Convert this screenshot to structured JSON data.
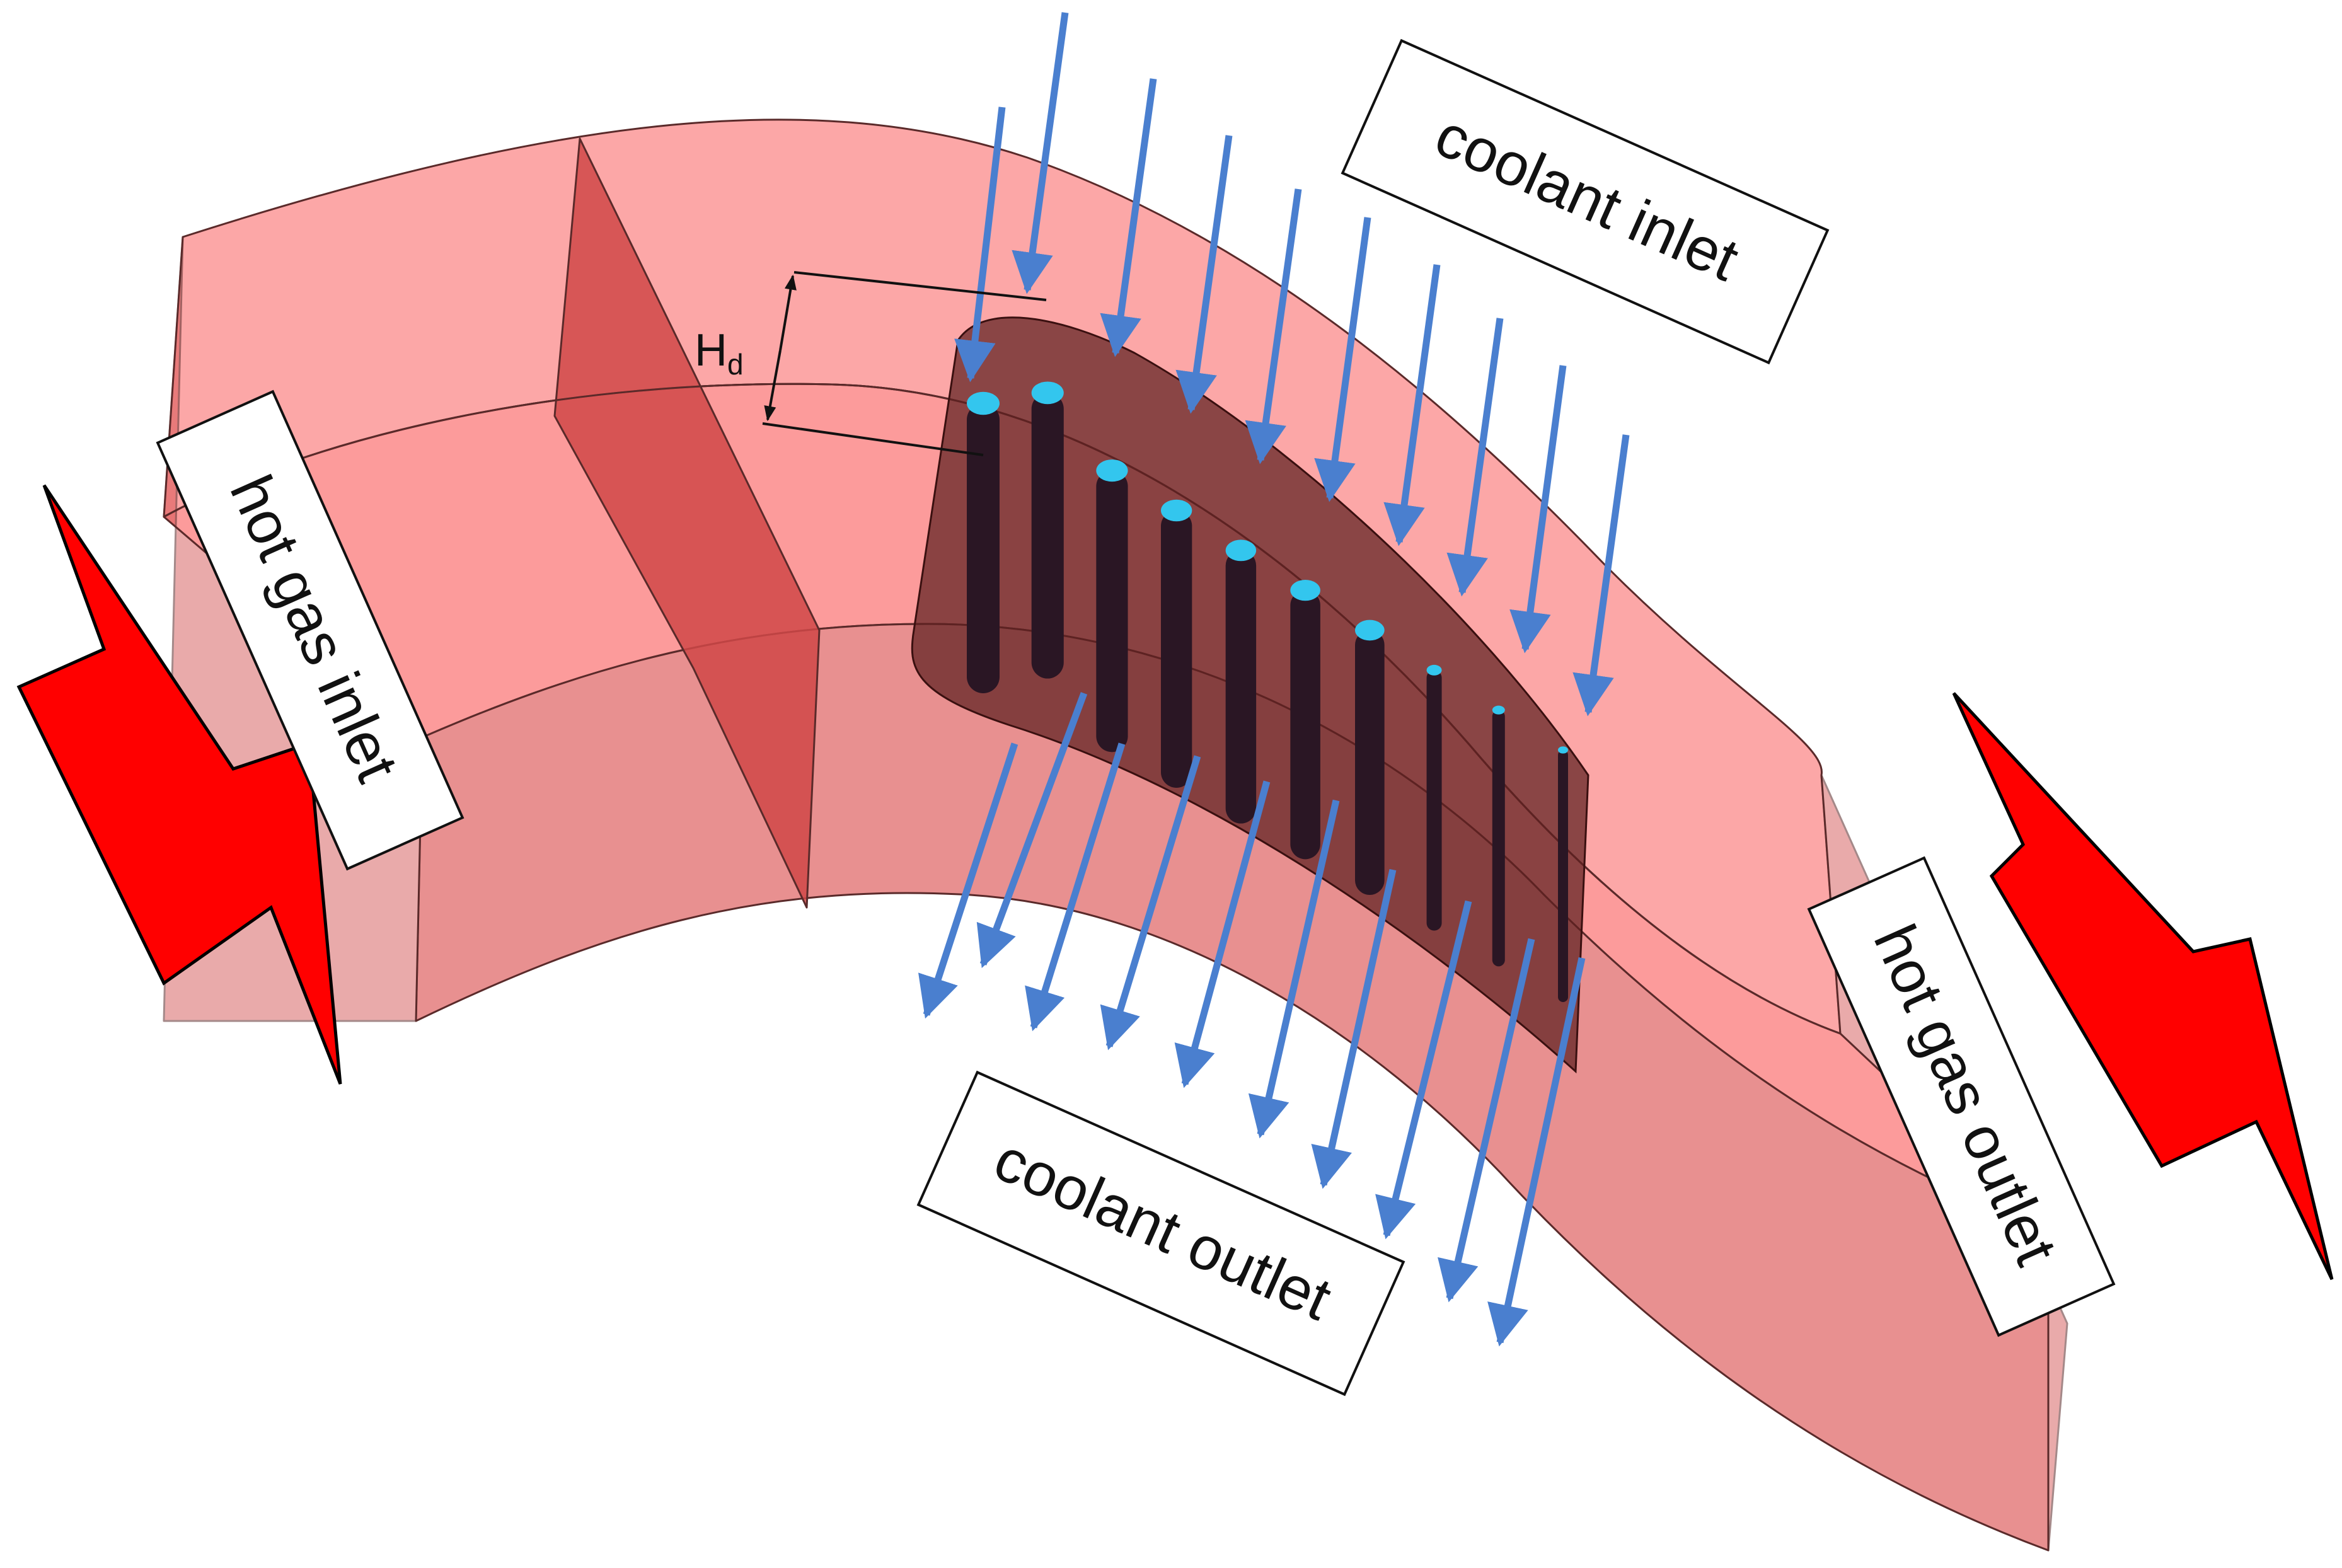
{
  "labels": {
    "coolant_inlet": "coolant inlet",
    "coolant_outlet": "coolant outlet",
    "hot_gas_inlet": "hot gas inlet",
    "hot_gas_outlet": "hot gas outlet"
  },
  "dimension": {
    "symbol": "H",
    "subscript": "d"
  },
  "colors": {
    "channel_fill": "#e47c7c",
    "channel_light": "#fb8a8a",
    "channel_dark": "#d04848",
    "edge": "#5a2a2a",
    "blade": "#5e2020",
    "hole_cap": "#33c6ee",
    "hole_body": "#2a1624",
    "coolant_arrow": "#4a7fcf",
    "hot_gas_arrow": "#ff0000"
  },
  "icons": {
    "coolant_flow": "down-arrow-icon",
    "hot_gas_flow": "flow-arrow-icon"
  },
  "cooling_holes": {
    "count": 10
  }
}
